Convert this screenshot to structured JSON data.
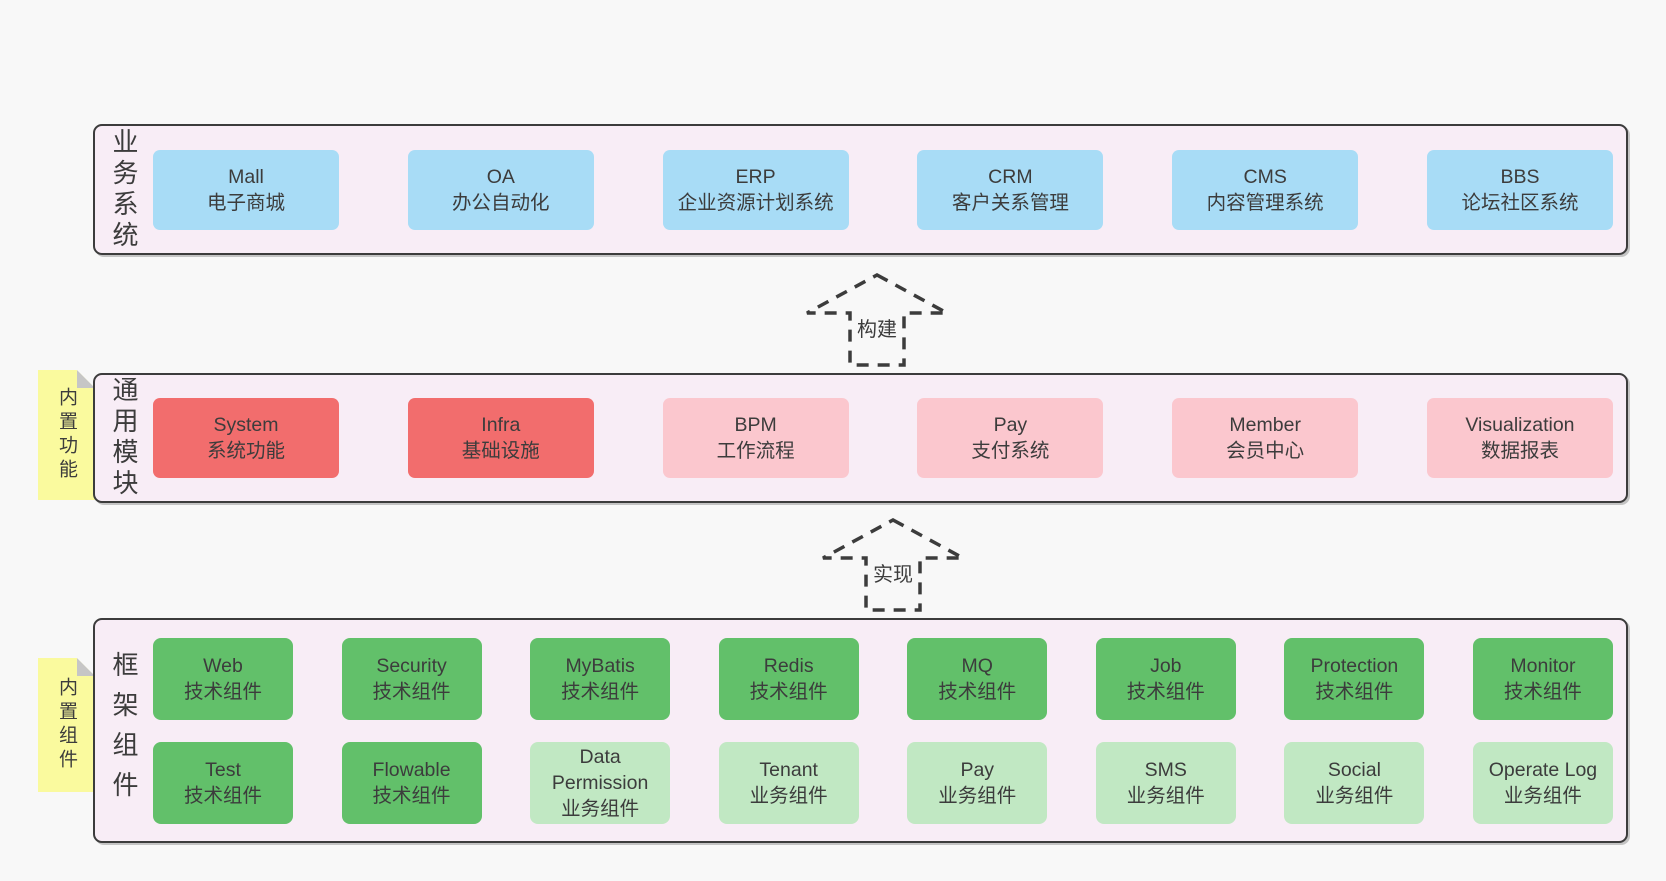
{
  "colors": {
    "blue": "#a8dcf6",
    "red": "#f26d6d",
    "pink": "#fbc7ce",
    "green": "#62c06a",
    "lightgreen": "#c1e8c3",
    "band_bg": "#f8edf6",
    "sticky_bg": "#fafa9e",
    "page_bg": "#f8f8f8",
    "line": "#3c3c3c"
  },
  "bands": [
    {
      "label": "业务系统",
      "rows": [
        [
          {
            "name": "Mall",
            "desc": "电子商城",
            "variant": "blue"
          },
          {
            "name": "OA",
            "desc": "办公自动化",
            "variant": "blue"
          },
          {
            "name": "ERP",
            "desc": "企业资源计划系统",
            "variant": "blue"
          },
          {
            "name": "CRM",
            "desc": "客户关系管理",
            "variant": "blue"
          },
          {
            "name": "CMS",
            "desc": "内容管理系统",
            "variant": "blue"
          },
          {
            "name": "BBS",
            "desc": "论坛社区系统",
            "variant": "blue"
          }
        ]
      ]
    },
    {
      "label": "通用模块",
      "sticky": "内置功能",
      "rows": [
        [
          {
            "name": "System",
            "desc": "系统功能",
            "variant": "red"
          },
          {
            "name": "Infra",
            "desc": "基础设施",
            "variant": "red"
          },
          {
            "name": "BPM",
            "desc": "工作流程",
            "variant": "pink"
          },
          {
            "name": "Pay",
            "desc": "支付系统",
            "variant": "pink"
          },
          {
            "name": "Member",
            "desc": "会员中心",
            "variant": "pink"
          },
          {
            "name": "Visualization",
            "desc": "数据报表",
            "variant": "pink"
          }
        ]
      ]
    },
    {
      "label": "框架组件",
      "sticky": "内置组件",
      "rows": [
        [
          {
            "name": "Web",
            "desc": "技术组件",
            "variant": "green"
          },
          {
            "name": "Security",
            "desc": "技术组件",
            "variant": "green"
          },
          {
            "name": "MyBatis",
            "desc": "技术组件",
            "variant": "green"
          },
          {
            "name": "Redis",
            "desc": "技术组件",
            "variant": "green"
          },
          {
            "name": "MQ",
            "desc": "技术组件",
            "variant": "green"
          },
          {
            "name": "Job",
            "desc": "技术组件",
            "variant": "green"
          },
          {
            "name": "Protection",
            "desc": "技术组件",
            "variant": "green"
          },
          {
            "name": "Monitor",
            "desc": "技术组件",
            "variant": "green"
          }
        ],
        [
          {
            "name": "Test",
            "desc": "技术组件",
            "variant": "green"
          },
          {
            "name": "Flowable",
            "desc": "技术组件",
            "variant": "green"
          },
          {
            "name": "Data Permission",
            "desc": "业务组件",
            "variant": "lightgreen"
          },
          {
            "name": "Tenant",
            "desc": "业务组件",
            "variant": "lightgreen"
          },
          {
            "name": "Pay",
            "desc": "业务组件",
            "variant": "lightgreen"
          },
          {
            "name": "SMS",
            "desc": "业务组件",
            "variant": "lightgreen"
          },
          {
            "name": "Social",
            "desc": "业务组件",
            "variant": "lightgreen"
          },
          {
            "name": "Operate Log",
            "desc": "业务组件",
            "variant": "lightgreen"
          }
        ]
      ]
    }
  ],
  "arrows": [
    {
      "label": "构建",
      "direction": "up"
    },
    {
      "label": "实现",
      "direction": "up"
    }
  ]
}
